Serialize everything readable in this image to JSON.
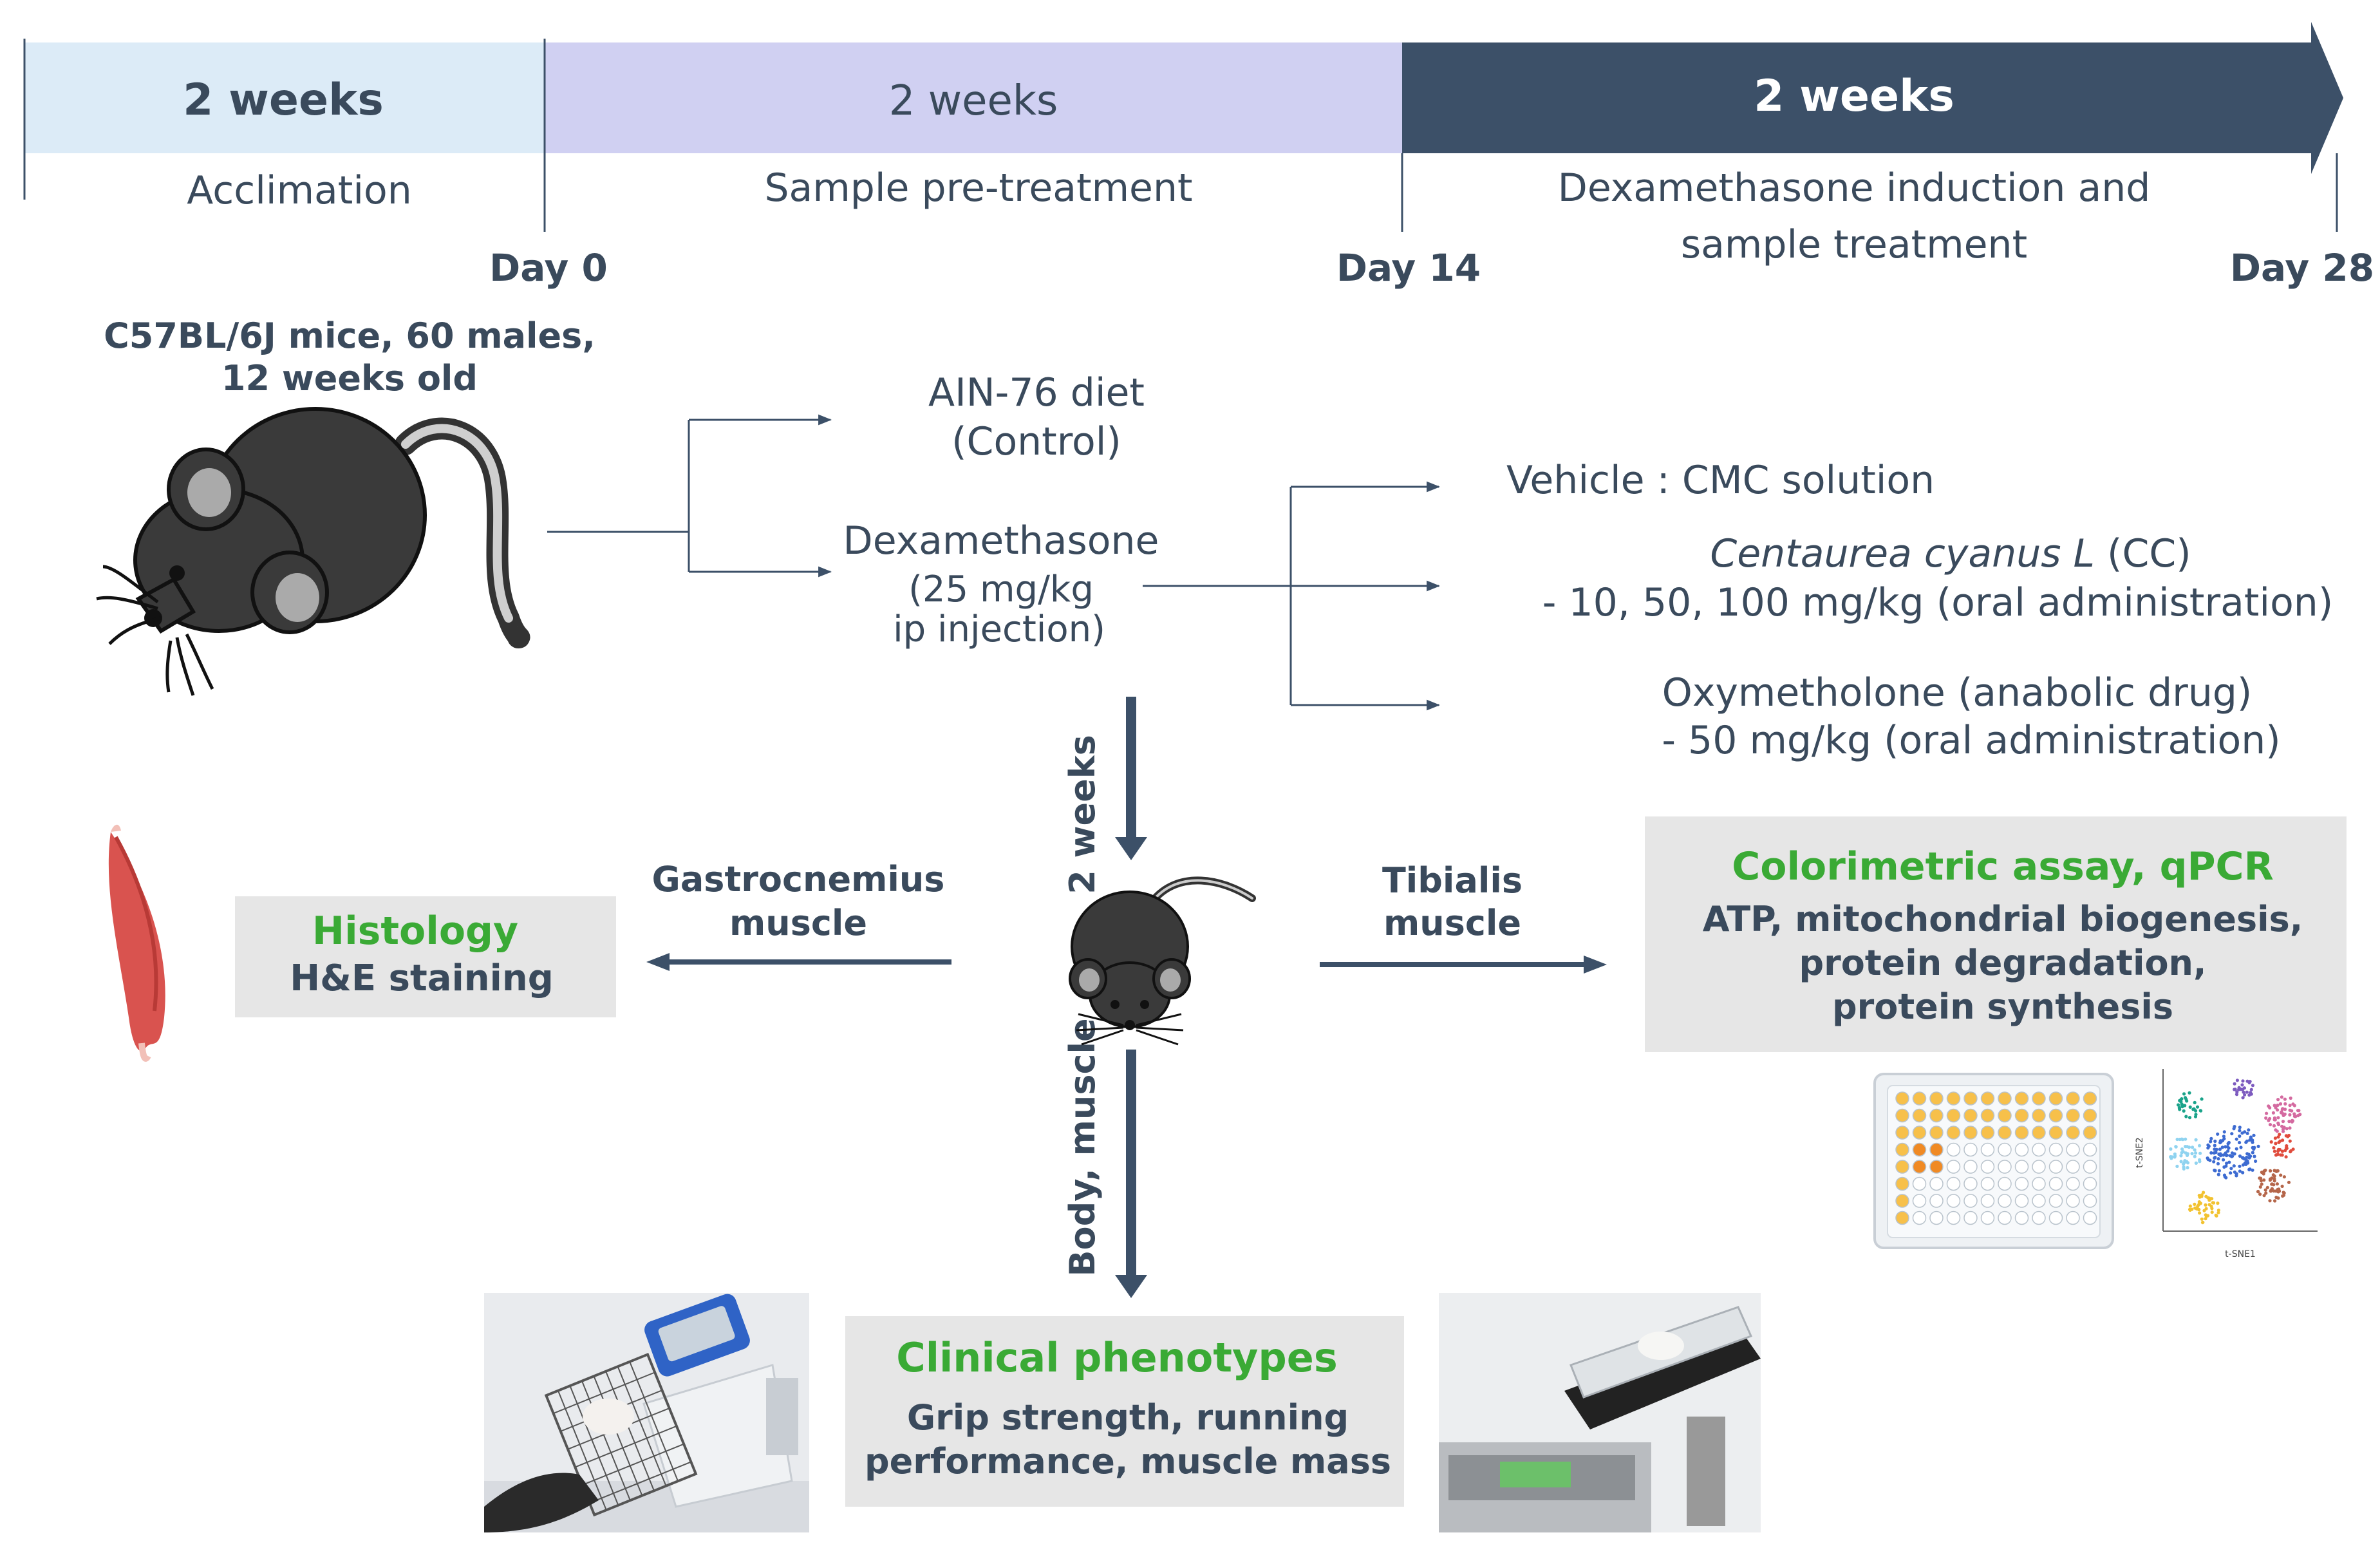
{
  "timeline": {
    "phase1": {
      "duration": "2 weeks",
      "label": "Acclimation"
    },
    "phase2": {
      "duration": "2 weeks",
      "label": "Sample pre-treatment"
    },
    "phase3": {
      "duration": "2 weeks",
      "label_line1": "Dexamethasone induction and",
      "label_line2": "sample treatment"
    },
    "day0": "Day 0",
    "day14": "Day 14",
    "day28": "Day 28",
    "colors": {
      "phase1": "#dcebf7",
      "phase2": "#d0d0f2",
      "phase3": "#3c5068"
    }
  },
  "mice": {
    "line1": "C57BL/6J mice, 60 males,",
    "line2": "12 weeks old"
  },
  "groups": {
    "control_line1": "AIN-76 diet",
    "control_line2": "(Control)",
    "dex_line1": "Dexamethasone",
    "dex_line2": "(25 mg/kg",
    "dex_line3": "ip injection)"
  },
  "treatments": {
    "vehicle": "Vehicle : CMC solution",
    "cc_name": "Centaurea cyanus L",
    "cc_abbr": " (CC)",
    "cc_dose": "- 10, 50, 100 mg/kg (oral administration)",
    "oxy_line1": "Oxymetholone (anabolic drug)",
    "oxy_line2": "- 50 mg/kg (oral administration)"
  },
  "flow": {
    "down_label": "2 weeks",
    "left_label_line1": "Gastrocnemius",
    "left_label_line2": "muscle",
    "right_label_line1": "Tibialis",
    "right_label_line2": "muscle",
    "bottom_label": "Body, muscle"
  },
  "histology": {
    "title": "Histology",
    "sub": "H&E staining"
  },
  "assay": {
    "title": "Colorimetric assay, qPCR",
    "line1": "ATP, mitochondrial biogenesis,",
    "line2": "protein degradation,",
    "line3": "protein synthesis"
  },
  "clinical": {
    "title": "Clinical phenotypes",
    "line1": "Grip strength, running",
    "line2": "performance, muscle mass"
  },
  "tsne": {
    "ylabel": "t-SNE2",
    "xlabel": "t-SNE1"
  }
}
